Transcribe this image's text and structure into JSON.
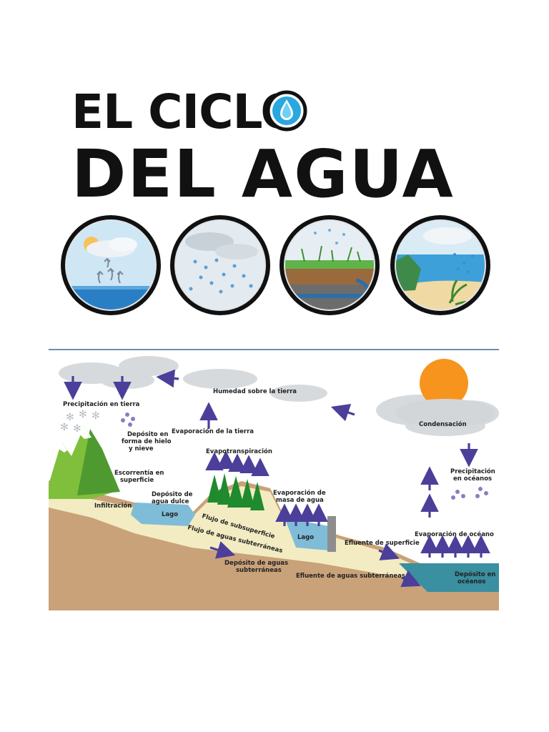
{
  "title": {
    "line1": "EL CICLO",
    "line2": "DEL AGUA"
  },
  "circle_icons": [
    "evaporation-icon",
    "precipitation-icon",
    "infiltration-icon",
    "coast-rain-icon"
  ],
  "diagram": {
    "labels": {
      "precip_tierra": "Precipitación en tierra",
      "humedad": "Humedad sobre la tierra",
      "deposito_hielo": [
        "Depósito en",
        "forma de hielo",
        "y nieve"
      ],
      "evap_tierra": "Evaporación de la tierra",
      "condensacion": "Condensación",
      "evapotranspiracion": "Evapotranspiración",
      "escorrentia": [
        "Escorrentía en",
        "superficie"
      ],
      "precip_oceanos": [
        "Precipitación",
        "en océanos"
      ],
      "deposito_dulce": [
        "Depósito de",
        "agua dulce"
      ],
      "evap_masa": [
        "Evaporación de",
        "masa de agua"
      ],
      "infiltracion": "Infiltración",
      "lago1": "Lago",
      "flujo_subsup": "Flujo de subsuperficie",
      "lago2": "Lago",
      "evap_oceano": "Evaporación de océano",
      "flujo_aguas": "Flujo de aguas subterráneas",
      "efluente_sup": "Efluente de superficie",
      "deposito_subt": [
        "Depósito de aguas",
        "subterráneas"
      ],
      "efluente_subt": "Efluente de aguas subterráneas",
      "deposito_oceanos": [
        "Depósito en",
        "océanos"
      ]
    }
  },
  "colors": {
    "arrow": "#4b3f9a",
    "sun": "#f7941d",
    "ocean": "#3a8fa0",
    "ground": "#c9a27a",
    "aquifer": "#f3ecc2"
  }
}
